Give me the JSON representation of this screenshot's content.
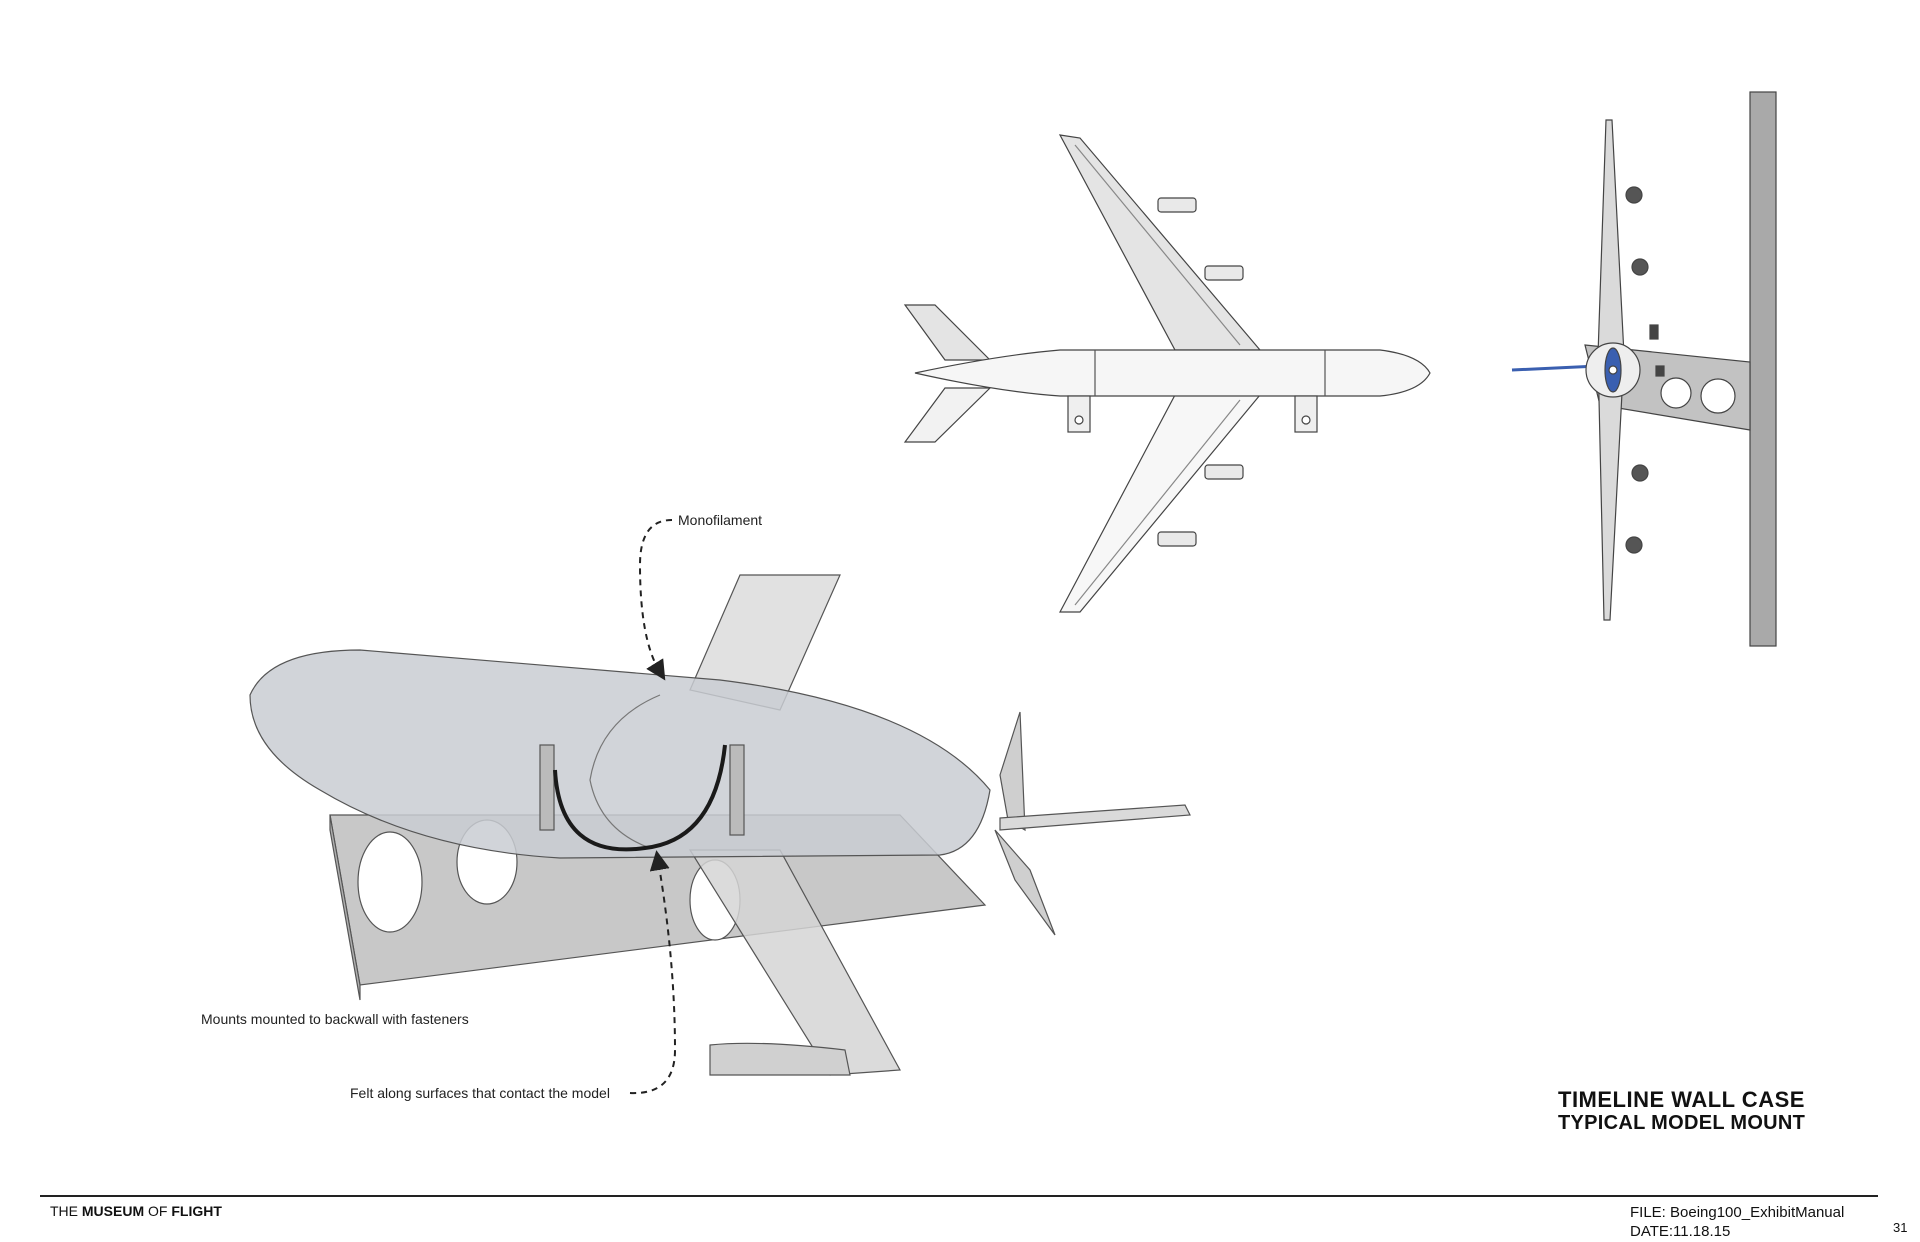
{
  "annotations": {
    "monofilament": "Monofilament",
    "mounts": "Mounts mounted to backwall with fasteners",
    "felt": "Felt along surfaces that contact the model"
  },
  "title": {
    "main": "TIMELINE WALL CASE",
    "sub": "TYPICAL MODEL MOUNT"
  },
  "footer": {
    "org_prefix": "THE",
    "org_museum": "MUSEUM",
    "org_of": "OF",
    "org_flight": "FLIGHT",
    "file": "FILE: Boeing100_ExhibitManual",
    "date": "DATE:11.18.15",
    "page": "31"
  },
  "colors": {
    "airframe_fill": "#f2f2f2",
    "acrylic_fill": "#c9cdd2",
    "wall_fill": "#a9a9a9",
    "line": "#333333",
    "accent_blue": "#3a5fb0"
  }
}
